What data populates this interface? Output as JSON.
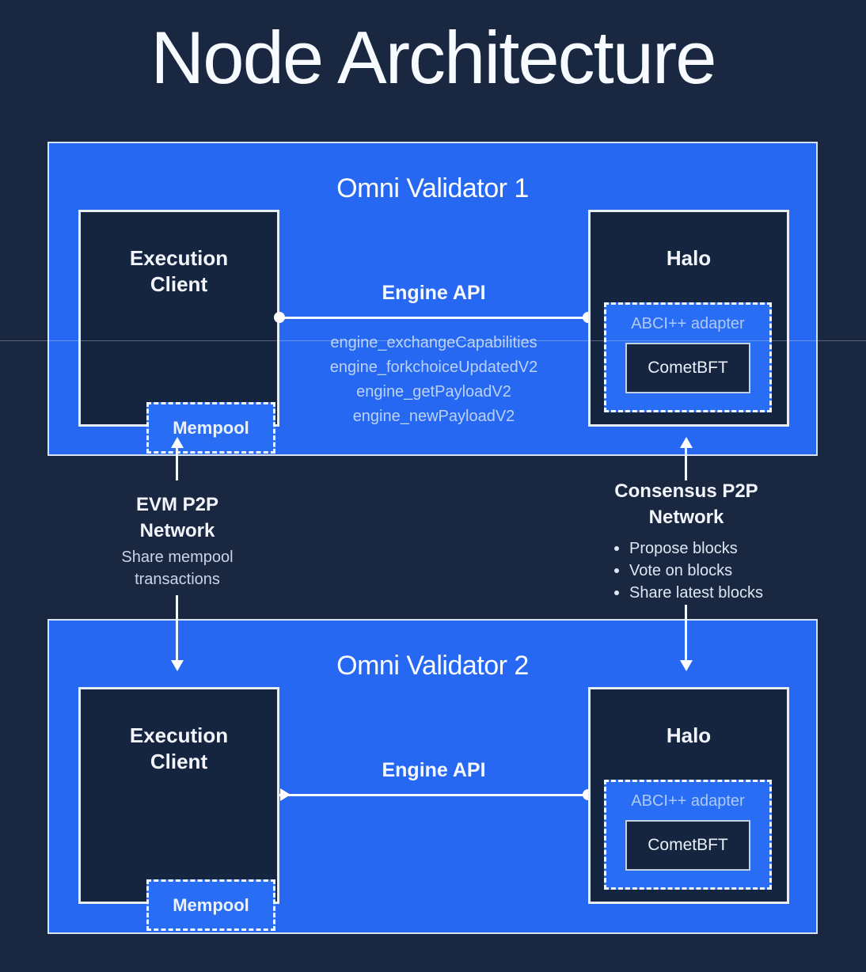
{
  "title": "Node Architecture",
  "validator1": {
    "title": "Omni Validator 1",
    "execution_client": {
      "title": "Execution Client",
      "mempool_label": "Mempool"
    },
    "engine_api": {
      "label": "Engine API",
      "methods": [
        "engine_exchangeCapabilities",
        "engine_forkchoiceUpdatedV2",
        "engine_getPayloadV2",
        "engine_newPayloadV2"
      ]
    },
    "halo": {
      "title": "Halo",
      "adapter_label": "ABCI++ adapter",
      "cometbft_label": "CometBFT"
    }
  },
  "validator2": {
    "title": "Omni Validator 2",
    "execution_client": {
      "title": "Execution Client",
      "mempool_label": "Mempool"
    },
    "engine_api": {
      "label": "Engine API"
    },
    "halo": {
      "title": "Halo",
      "adapter_label": "ABCI++ adapter",
      "cometbft_label": "CometBFT"
    }
  },
  "evm_p2p": {
    "title": "EVM P2P Network",
    "description": "Share mempool transactions"
  },
  "consensus_p2p": {
    "title": "Consensus P2P Network",
    "bullets": [
      "Propose blocks",
      "Vote on blocks",
      "Share latest blocks"
    ]
  },
  "colors": {
    "background": "#1A2740",
    "panel_blue": "#2668F2",
    "box_navy": "#152540",
    "light_border": "#E8EDF5",
    "method_text": "#BCD2F4",
    "adapter_text": "#AEC9F4"
  }
}
